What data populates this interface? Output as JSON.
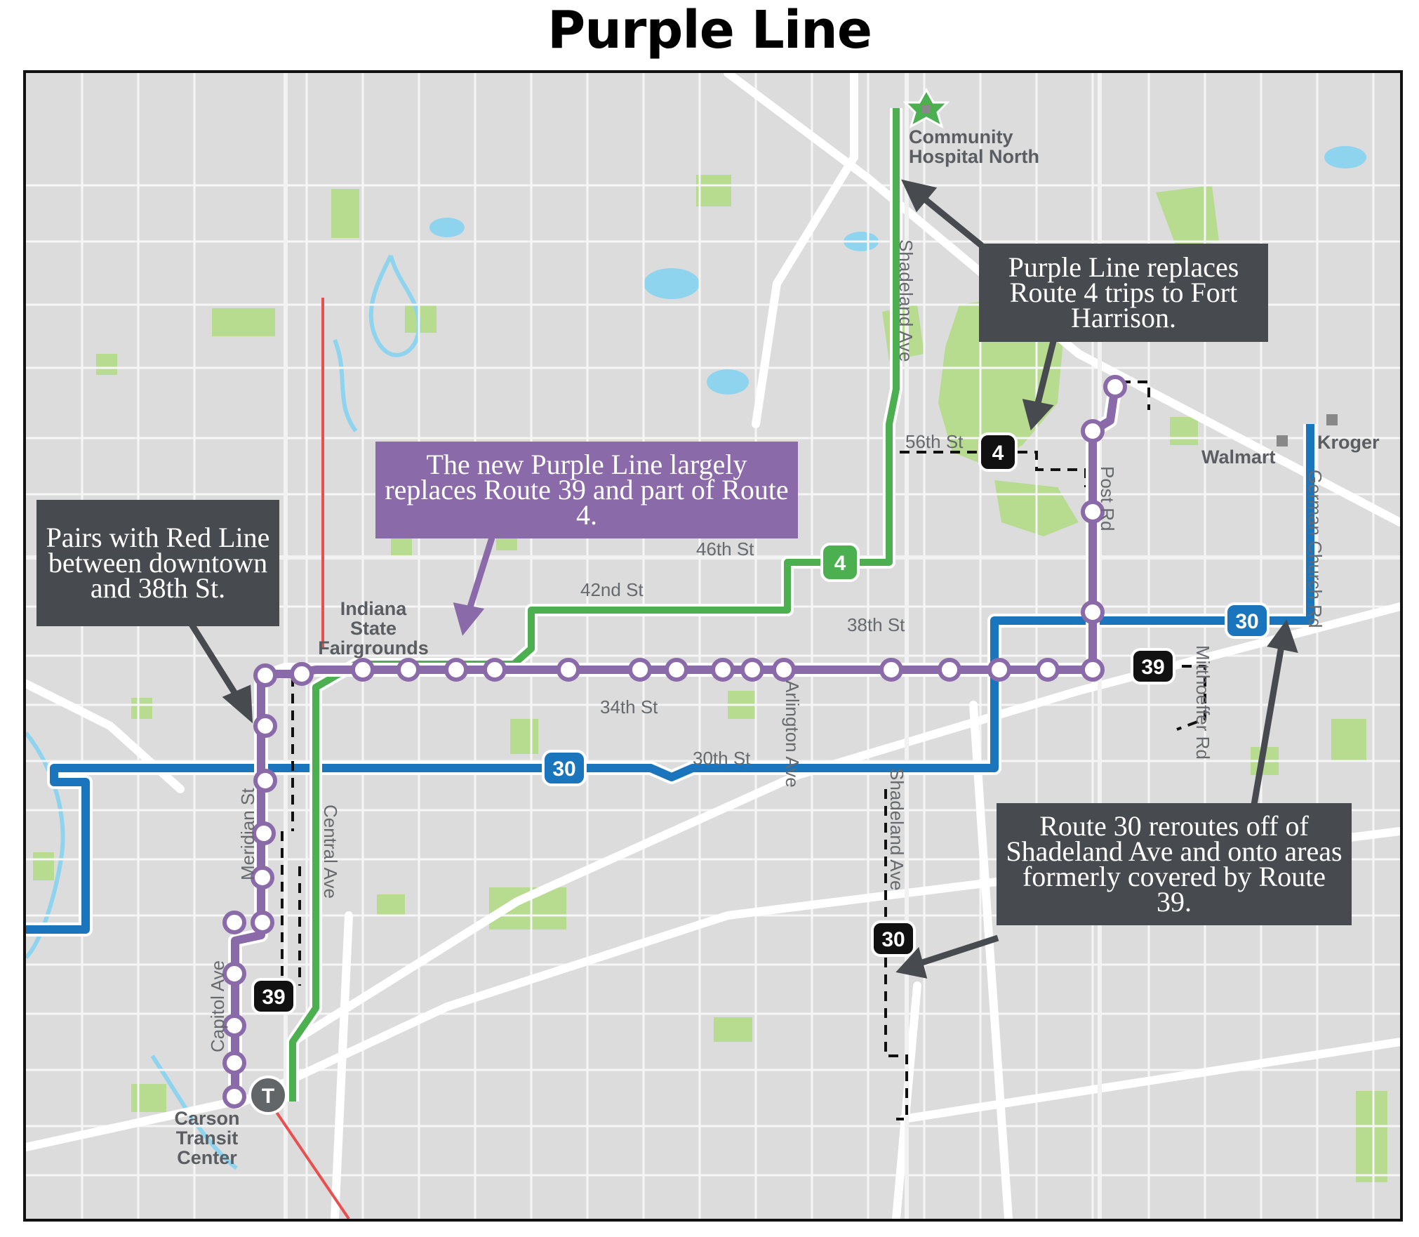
{
  "title": "Purple Line",
  "colors": {
    "purple_line": "#8a6aa8",
    "route_30": "#1b75bc",
    "route_4": "#4caf50",
    "red_line": "#e8504f",
    "map_background": "#dcdcdc",
    "park": "#b7dc8f",
    "water": "#8fd4ee",
    "callout_dark": "#474b4f"
  },
  "callouts": {
    "pairs_red": "Pairs with Red Line between downtown and 38th St.",
    "new_purple": "The new Purple Line largely replaces Route 39 and part of Route 4.",
    "replaces_route4": "Purple Line replaces Route 4 trips to Fort Harrison.",
    "route30_reroutes": "Route 30 reroutes off of Shadeland Ave and onto areas formerly covered by Route 39."
  },
  "streets": {
    "s56th": "56th St",
    "s46th": "46th St",
    "s42nd": "42nd St",
    "s38th": "38th St",
    "s34th": "34th St",
    "s30th": "30th St",
    "shadeland_n": "Shadeland Ave",
    "shadeland_s": "Shadeland Ave",
    "post_rd": "Post Rd",
    "german_church": "German Church Rd",
    "mitthoeffer": "Mitthoeffer Rd",
    "arlington": "Arlington Ave",
    "central": "Central Ave",
    "meridian": "Meridian St",
    "capitol": "Capitol Ave"
  },
  "places": {
    "hospital_line1": "Community",
    "hospital_line2": "Hospital North",
    "fairgrounds_line1": "Indiana",
    "fairgrounds_line2": "State",
    "fairgrounds_line3": "Fairgrounds",
    "walmart": "Walmart",
    "kroger": "Kroger",
    "carson_line1": "Carson",
    "carson_line2": "Transit",
    "carson_line3": "Center"
  },
  "badges": {
    "route4_green": "4",
    "route4_black": "4",
    "route30_east": "30",
    "route30_mid": "30",
    "route30_shadeland": "30",
    "route39_east": "39",
    "route39_south": "39",
    "transit_center": "T"
  },
  "icons": {
    "hospital": "hospital-star-icon",
    "transit_center": "transit-center-icon",
    "walmart": "square-marker-icon",
    "kroger": "square-marker-icon"
  }
}
